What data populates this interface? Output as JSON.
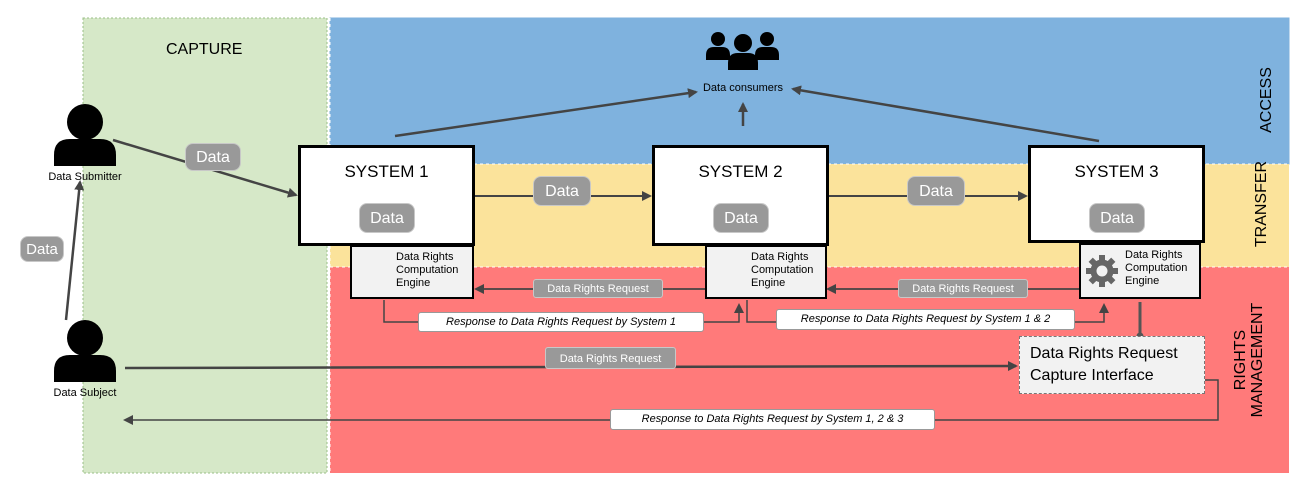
{
  "zones": {
    "capture": "CAPTURE",
    "access": "ACCESS",
    "transfer": "TRANSFER",
    "rights_line1": "RIGHTS",
    "rights_line2": "MANAGEMENT"
  },
  "actors": {
    "submitter": "Data Submitter",
    "subject": "Data Subject",
    "consumers": "Data consumers"
  },
  "systems": [
    "SYSTEM 1",
    "SYSTEM 2",
    "SYSTEM 3"
  ],
  "data_label": "Data",
  "engine": {
    "line1": "Data Rights",
    "line2": "Computation",
    "line3": "Engine"
  },
  "request_label": "Data Rights Request",
  "responses": {
    "by_system_1": "Response to Data Rights Request by System 1",
    "by_system_1_2": "Response to Data Rights Request by System 1 & 2",
    "by_system_1_2_3": "Response to Data Rights Request by System 1, 2 & 3"
  },
  "capture_interface": {
    "line1": "Data Rights Request",
    "line2": "Capture Interface"
  },
  "colors": {
    "capture_zone": "#d6e8c8",
    "access_zone": "#7fb2de",
    "transfer_zone": "#fbe39b",
    "rights_zone": "#ff7a7a",
    "db_icon": "#999999",
    "pill": "#999999"
  }
}
